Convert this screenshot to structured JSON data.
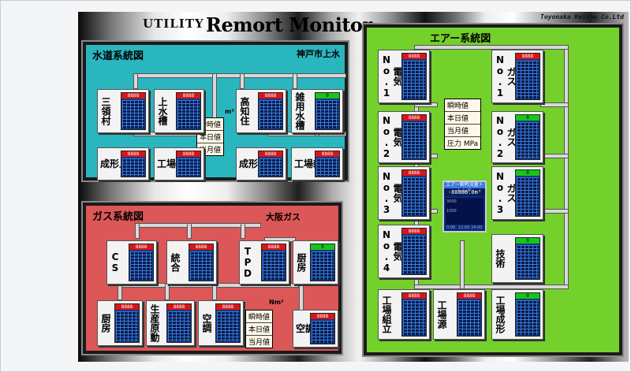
{
  "header": {
    "title_prefix": "UTILITY",
    "title_main": "Remort Monitor",
    "company": "Toyonaka Keisou Co.Ltd"
  },
  "water": {
    "title": "水道系統図",
    "source": "神戸市上水",
    "unit": "m³",
    "legend": [
      "瞬時値",
      "本日値",
      "当月値"
    ],
    "nodes": [
      {
        "label": "三領村",
        "reading": "8888",
        "state": "red"
      },
      {
        "label": "上水槽",
        "reading": "8888",
        "state": "red"
      },
      {
        "label": "高知住",
        "reading": "8888",
        "state": "red"
      },
      {
        "label": "雑用水槽",
        "reading": "0",
        "state": "green"
      },
      {
        "label": "成形上水",
        "reading": "8888",
        "state": "red"
      },
      {
        "label": "工場上水",
        "reading": "8888",
        "state": "red"
      },
      {
        "label": "成形雑水",
        "reading": "8888",
        "state": "red"
      },
      {
        "label": "工場雑水",
        "reading": "8888",
        "state": "red"
      }
    ]
  },
  "gas": {
    "title": "ガス系統図",
    "source": "大阪ガス",
    "unit": "Nm³",
    "legend": [
      "瞬時値",
      "本日値",
      "当月値"
    ],
    "nodes": [
      {
        "label": "CS",
        "reading": "8888",
        "state": "red"
      },
      {
        "label": "統合",
        "reading": "8888",
        "state": "red"
      },
      {
        "label": "TPD",
        "reading": "8888",
        "state": "red"
      },
      {
        "label": "厨房",
        "reading": "0",
        "state": "green"
      },
      {
        "label": "厨房",
        "reading": "8888",
        "state": "red"
      },
      {
        "label": "生産原動",
        "reading": "8888",
        "state": "red"
      },
      {
        "label": "空調",
        "reading": "8888",
        "state": "red"
      },
      {
        "label": "空調",
        "reading": "8888",
        "state": "red"
      }
    ]
  },
  "air": {
    "title": "エアー系統図",
    "unit": "m³",
    "legend": [
      "瞬時値",
      "本日値",
      "当月値",
      "圧力 MPa"
    ],
    "nodes": [
      {
        "label": "電気No.1",
        "reading": "8888",
        "state": "red"
      },
      {
        "label": "ガスNo.1",
        "reading": "8888",
        "state": "red"
      },
      {
        "label": "電気No.2",
        "reading": "8888",
        "state": "red"
      },
      {
        "label": "ガスNo.2",
        "reading": "0",
        "state": "green"
      },
      {
        "label": "電気No.3",
        "reading": "8888",
        "state": "red"
      },
      {
        "label": "ガスNo.3",
        "reading": "0",
        "state": "green"
      },
      {
        "label": "電気No.4",
        "reading": "8888",
        "state": "red"
      },
      {
        "label": "技術",
        "reading": "0",
        "state": "green"
      },
      {
        "label": "工場組立",
        "reading": "8888",
        "state": "red"
      },
      {
        "label": "工場源",
        "reading": "8888",
        "state": "red"
      },
      {
        "label": "工場成形",
        "reading": "0",
        "state": "green"
      }
    ],
    "trend": {
      "header": "エアー瞬時流量トレンド",
      "value": "-88888.0m³",
      "ticks": [
        "3000",
        "1000"
      ],
      "xticks": [
        "0:00",
        "12:00",
        "24:00"
      ]
    }
  },
  "colors": {
    "water": "#2ab6bf",
    "gas": "#dc5757",
    "air": "#74d02a",
    "alarm": "#d91515",
    "ok": "#19c519",
    "gauge": "#0d3a8c"
  }
}
